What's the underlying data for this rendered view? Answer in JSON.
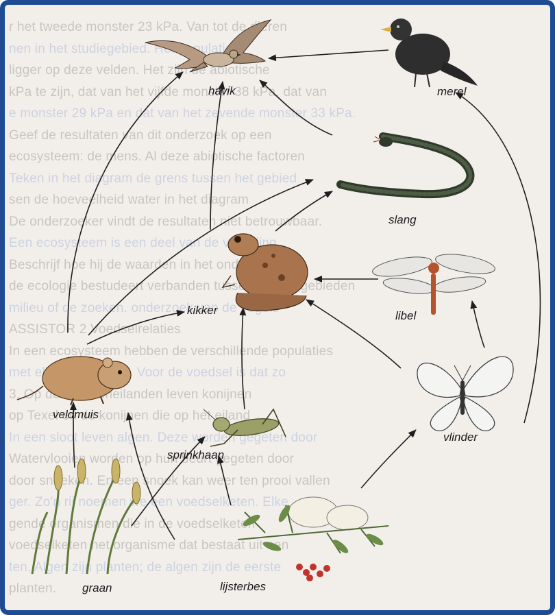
{
  "organisms": {
    "havik": "havik",
    "merel": "merel",
    "slang": "slang",
    "kikker": "kikker",
    "libel": "libel",
    "veldmuis": "veldmuis",
    "vlinder": "vlinder",
    "sprinkhaan": "sprinkhaan",
    "graan": "graan",
    "lijsterbes": "lijsterbes"
  },
  "bleed_through": [
    "r het tweede monster 23 kPa. Van tot de dieren",
    "nen in het studiegebied. Het populaties",
    "ligger op deze velden. Het zijn de abiotische",
    "kPa te zijn, dat van het vijfde monster 38 kPa, dat van",
    "e monster 29 kPa en dat van het zevende monster 33 kPa.",
    "Geef de resultaten van dit onderzoek op een",
    "ecosysteem: de mens. Al deze abiotische factoren",
    "Teken in het diagram de grens tussen het gebied",
    "sen de hoeveelheid water in het diagram",
    "De onderzoeker vindt de resultaten niet betrouwbaar.",
    "Een ecosysteem is een deel van de verdeling",
    "Beschrijf hoe hij de waarden in het onderzoek",
    "de ecologie bestudeert verbanden tussen de deelgebieden",
    "milieu of de zoeken. onderzoek van de vogels",
    "ASSISTOR 2   Voedselrelaties",
    "In een ecosysteem hebben de verschillende populaties",
    "met elkaar te maken. Voor de voedsel is dat zo",
    "3. Op de Waddeneilanden leven konijnen",
    "op Texel en de konijnen die op het eiland",
    "In een sloot leven algen. Deze worden gegeten door",
    "Watervlooien worden op hun beurt gegeten door",
    "door snoeken. En een snoek kan weer ten prooi vallen",
    "ger. Zo'n rij noemen we een voedselketen. Elke",
    "gende organismen die in de voedselketen",
    "voedselketen het organisme dat bestaat uit een",
    "ten. Algen zijn planten; de algen zijn de eerste",
    "planten."
  ],
  "colors": {
    "frame": "#1f4b93",
    "paper": "#f2efeb",
    "arrow": "#1e1e1e"
  }
}
